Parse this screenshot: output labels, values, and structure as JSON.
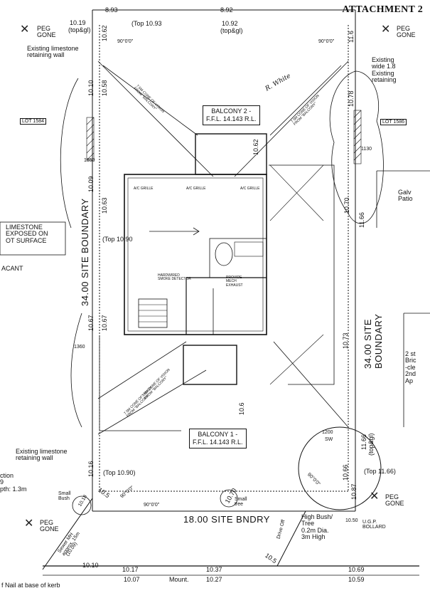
{
  "attachment": "ATTACHMENT 2",
  "dims": {
    "top_left_1": "8.93",
    "top_left_2": "8.92",
    "top_10_19": "10.19",
    "top_gl_l": "(top&gl)",
    "top_10_93": "(Top 10.93",
    "top_10_92": "10.92",
    "top_gl_r": "(top&gl)",
    "left_10_62": "10.62",
    "left_10_10": "10.10",
    "left_10_58": "10.58",
    "left_10_09": "10.09",
    "left_10_63": "10.63",
    "left_10_67": "10.67",
    "left_10_67b": "10.67",
    "left_10_16": "10.16",
    "right_11_6": "11.6",
    "right_10_78": "10.78",
    "right_10_70": "10.70",
    "right_11_66": "11.66",
    "right_10_73": "10.73",
    "right_11_66b": "11.66",
    "right_top_gl": "(top&gl)",
    "right_10_66": "10.66",
    "right_10_87": "10.87",
    "center_10_62": "10.62",
    "center_10_6": "10.6",
    "top_10_90": "(Top 10.90",
    "top_10_90b": "(Top 10.90)",
    "top_11_66": "(Top 11.66)",
    "v_10_5": "10.5",
    "v_10_5b": "10.5",
    "v_10_70": "10.70",
    "v_10_18": "10.18",
    "v_10_09": "(10.09)",
    "v_10_50": "10.50",
    "bottom_10_10": "10.10",
    "bottom_10_17": "10.17",
    "bottom_10_07": "10.07",
    "bottom_10_37": "10.37",
    "bottom_10_27": "10.27",
    "bottom_10_69": "10.69",
    "bottom_10_59": "10.59",
    "mount": "Mount.",
    "angle_1": "90°0'0\"",
    "angle_2": "90°0'0\"",
    "angle_3": "90°0'0\"",
    "angle_4": "90°0'0\"",
    "angle_5": "90°0'0\"",
    "d_1350": "1350",
    "d_1360": "1360",
    "d_1130": "1130",
    "d_1200": "1200",
    "sw": "SW"
  },
  "labels": {
    "peg_gone": "PEG\nGONE",
    "limestone_wall_top": "Existing limestone\nretaining wall",
    "limestone_wall_bottom": "Existing limestone\nretaining wall",
    "existing_right": "Existing\nwide 1.8\nExisting\nretaining",
    "lot_1584": "LOT 1584",
    "lot_1586": "LOT 1586",
    "galv_patio": "Galv\nPatio",
    "limestone_exposed": "LIMESTONE\nEXPOSED ON\nOT SURFACE",
    "vacant": "ACANT",
    "site_boundary_left": "34.00 SITE BOUNDARY",
    "site_boundary_right": "34.00 SITE BOUNDARY",
    "site_bndry_bottom": "18.00 SITE BNDRY",
    "balcony_2": "BALCONY 2 -\nF.F.L. 14.143 R.L.",
    "balcony_1": "BALCONY 1 -\nF.F.L. 14.143 R.L.",
    "cone_left_top": "7.5M CONE OF VISION\nFROM \"BALCONY\"",
    "cone_right_top": "7.5M CONE OF VISION\nFROM \"BALCONY\"",
    "cone_left_bottom": "7.5M CONE OF VISION\nFROM \"BALCONY\"",
    "cone_right_bottom": "7.5M CONE OF VISION\nFROM \"BALCONY\"",
    "two_storey": "2 st\nBric\n-cle\n2nd\nAp",
    "small_bush": "Small\nBush",
    "small_tree": "Small\ntree",
    "high_bush": "High Bush/\nTree\n0.2m Dia.\n3m High",
    "ugp_bollard": "U.G.P.\nBOLLARD",
    "sewer_mh": "Sewer MH\napprox. 15m",
    "drive_off": "Drive Off",
    "nail_kerb": "f Nail at base of kerb",
    "section": "ction\n9\npth: 1.3m",
    "smoke_detector": "HARDWIRED\nSMOKE DETECTOR",
    "ac_grille_1": "A/C GRILLE",
    "ac_grille_2": "A/C GRILLE",
    "ac_grille_3": "A/C GRILLE",
    "bathroom_note": "PROVIDE\nMECH\nEXHAUST",
    "signature": "R. White"
  }
}
